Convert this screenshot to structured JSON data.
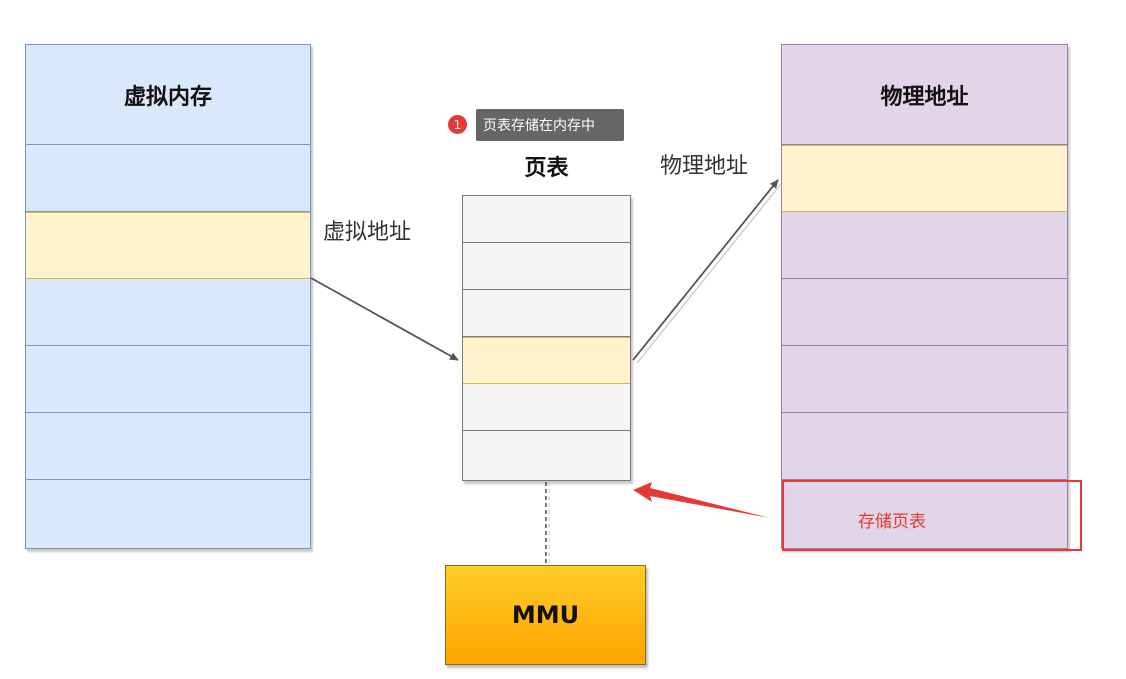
{
  "virtual_memory": {
    "title": "虚拟内存"
  },
  "page_table": {
    "title": "页表"
  },
  "physical_memory": {
    "title": "物理地址"
  },
  "arrows": {
    "virtual_address": "虚拟地址",
    "physical_address": "物理地址"
  },
  "mmu": {
    "label": "MMU"
  },
  "annotation": {
    "badge": "1",
    "note": "页表存储在内存中",
    "highlight_label": "存储页表",
    "color": "#e53935"
  },
  "colors": {
    "virtual_fill": "#dae8fc",
    "physical_fill": "#e1d5e7",
    "page_table_fill": "#f5f5f5",
    "highlight_fill": "#fff2cc",
    "mmu_gradient": [
      "#ffcd28",
      "#ffa500"
    ]
  }
}
